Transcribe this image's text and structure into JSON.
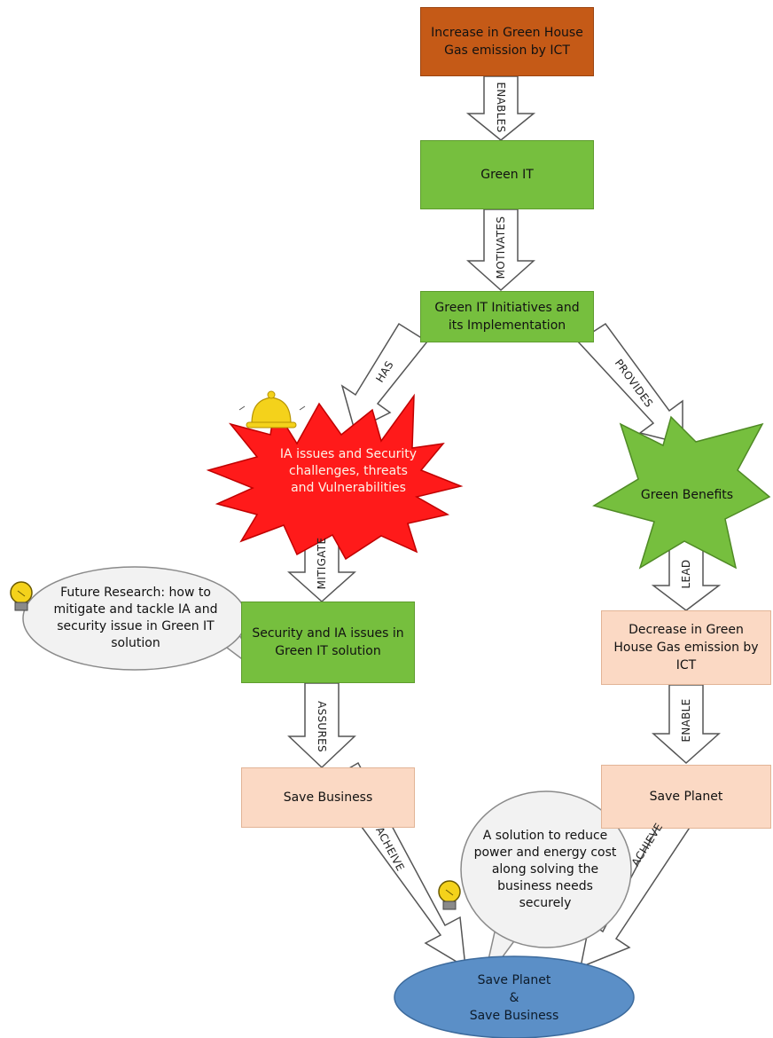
{
  "nodes": {
    "increase_ghg": "Increase in Green House Gas emission by ICT",
    "green_it": "Green IT",
    "initiatives": "Green IT Initiatives and its Implementation",
    "ia_issues": "IA issues and Security challenges, threats and Vulnerabilities",
    "green_benefits": "Green Benefits",
    "security_ia": "Security and IA issues in Green IT solution",
    "decrease_ghg": "Decrease in Green House Gas emission by ICT",
    "save_business": "Save Business",
    "save_planet": "Save Planet",
    "final_line1": "Save Planet",
    "final_line2": "&",
    "final_line3": "Save Business"
  },
  "edges": {
    "enables": "ENABLES",
    "motivates": "MOTIVATES",
    "has": "HAS",
    "provides": "PROVIDES",
    "mitigate": "MITIGATE",
    "lead": "LEAD",
    "assures": "ASSURES",
    "enable": "ENABLE",
    "acheive": "ACHEIVE",
    "achieve": "ACHIEVE"
  },
  "callouts": {
    "future_research": "Future Research: how to mitigate and tackle  IA and security issue in Green IT solution",
    "solution": "A solution to reduce power and energy cost along solving the business needs securely"
  },
  "icons": {
    "bell": "bell-icon",
    "bulb": "lightbulb-icon"
  },
  "colors": {
    "green": "#76bf3e",
    "orange": "#c55a17",
    "peach": "#fbd9c4",
    "red": "#ff1a1a",
    "blue": "#5b8fc7"
  }
}
